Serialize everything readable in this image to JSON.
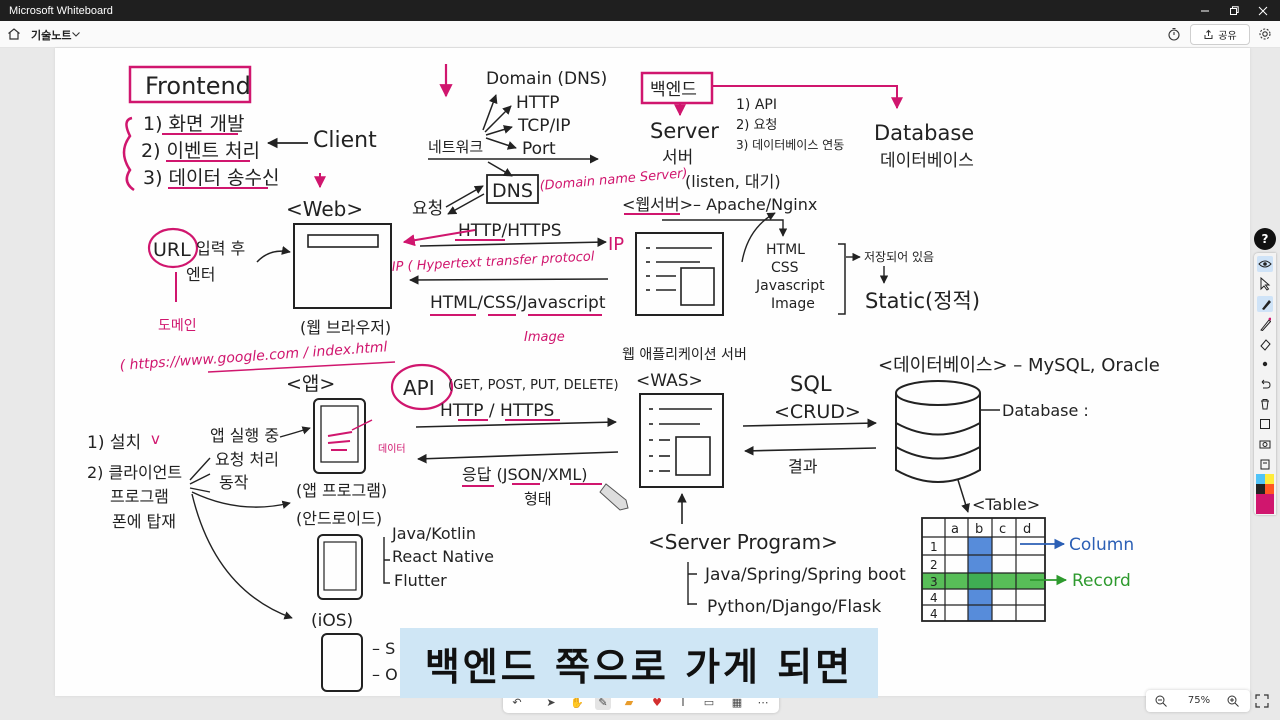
{
  "window": {
    "title": "Microsoft Whiteboard"
  },
  "toolbar": {
    "board_name": "기술노트",
    "share_label": "공유"
  },
  "zoom": {
    "level": "75%"
  },
  "subtitle": {
    "text": "백엔드 쪽으로 가게 되면"
  },
  "icons": {
    "home": "home-icon",
    "chevron": "chevron-down-icon",
    "timer": "timer-icon",
    "share": "share-icon",
    "settings": "gear-icon",
    "help": "help-icon",
    "minimize": "minimize-icon",
    "restore": "restore-icon",
    "close": "close-icon"
  },
  "colors": {
    "ink": "#222222",
    "accent_pink": "#d0166e",
    "column_blue": "#3a78d4",
    "record_green": "#3bb33b"
  },
  "board": {
    "frontend": {
      "title": "Frontend",
      "items": [
        "1) 화면 개발",
        "2) 이벤트 처리",
        "3) 데이터 송수신"
      ],
      "client": "Client"
    },
    "network": {
      "labels": [
        "Domain (DNS)",
        "HTTP",
        "TCP/IP",
        "Port"
      ],
      "network_label": "네트워크",
      "request": "요청",
      "dns": "DNS",
      "dns_note": "(Domain name Server)"
    },
    "backend": {
      "title": "백엔드",
      "server": "Server",
      "server_kr": "서버",
      "items": [
        "1) API",
        "2) 요청",
        "3) 데이터베이스 연동"
      ],
      "database": "Database",
      "database_kr": "데이터베이스",
      "listen": "(listen, 대기)"
    },
    "webserver": {
      "label": "<웹서버>",
      "apache": "– Apache/Nginx",
      "files": [
        "HTML",
        "CSS",
        "Javascript",
        "Image"
      ],
      "stored": "저장되어 있음",
      "static": "Static(정적)"
    },
    "web": {
      "label": "<Web>",
      "url": "URL",
      "url_note": "입력 후",
      "enter": "엔터",
      "browser": "(웹 브라우저)",
      "domain": "도메인",
      "url_example": "( https://www.google.com / index.html",
      "http_https": "HTTP/HTTPS",
      "ip": "IP",
      "hypertext": "IP ( Hypertext transfer protocol",
      "html_css_js": "HTML/CSS/Javascript",
      "image": "Image"
    },
    "app": {
      "label": "<앱>",
      "install": "1) 설치",
      "install_check": "v",
      "client_program": [
        "2) 클라이언트",
        "프로그램",
        "폰에 탑재"
      ],
      "running": [
        "앱 실행 중",
        "요청 처리",
        "동작"
      ],
      "app_program": "(앱 프로그램)",
      "android": "(안드로이드)",
      "ios": "(iOS)",
      "langs": [
        "Java/Kotlin",
        "React Native",
        "Flutter"
      ],
      "data": "데이터",
      "ios_sw_1": "– S",
      "ios_sw_2": "– O"
    },
    "api": {
      "label": "API",
      "methods": "(GET, POST, PUT, DELETE)",
      "http": "HTTP / HTTPS",
      "response": "응답 (JSON/XML)",
      "response_form": "형태"
    },
    "was": {
      "label": "<WAS>",
      "title": "웹 애플리케이션 서버",
      "server_program": "<Server Program>",
      "stacks": [
        "Java/Spring/Spring boot",
        "Python/Django/Flask"
      ]
    },
    "db": {
      "label": "<데이터베이스> – MySQL, Oracle",
      "sql": "SQL",
      "crud": "<CRUD>",
      "result": "결과",
      "database": "Database :",
      "table": "<Table>",
      "columns": [
        "a",
        "b",
        "c",
        "d"
      ],
      "rows": [
        "1",
        "2",
        "3",
        "4",
        "4"
      ],
      "column_label": "Column",
      "record_label": "Record"
    }
  }
}
